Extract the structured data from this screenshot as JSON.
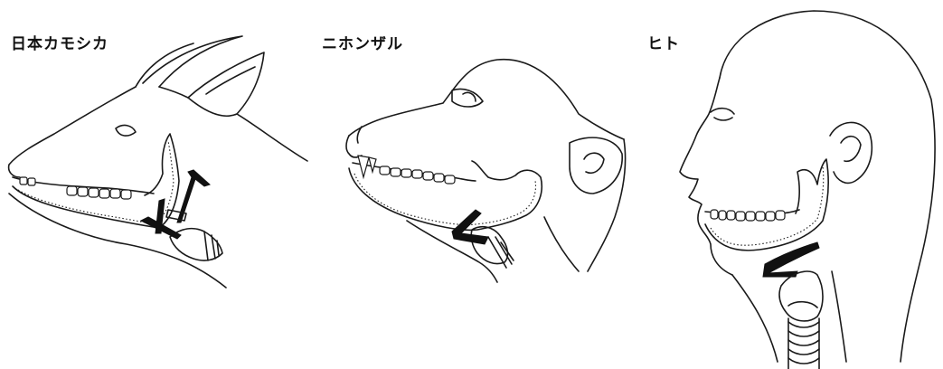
{
  "labels": {
    "serow": "日本カモシカ",
    "macaque": "ニホンザル",
    "human": "ヒト"
  },
  "colors": {
    "line": "#1a1a1a",
    "hyoid": "#111111",
    "background": "#ffffff"
  }
}
